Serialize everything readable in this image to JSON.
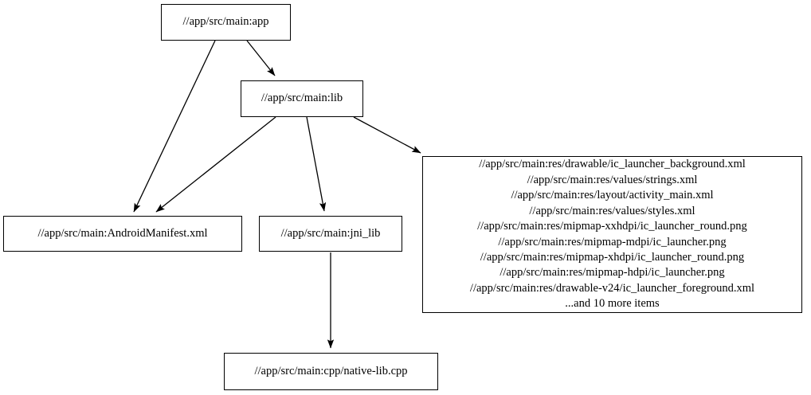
{
  "diagram": {
    "type": "dependency-graph",
    "title": "",
    "background_color": "#ffffff",
    "line_color": "#000000",
    "text_color": "#000000",
    "nodes": [
      {
        "id": "app",
        "label": "//app/src/main:app"
      },
      {
        "id": "lib",
        "label": "//app/src/main:lib"
      },
      {
        "id": "manifest",
        "label": "//app/src/main:AndroidManifest.xml"
      },
      {
        "id": "jni_lib",
        "label": "//app/src/main:jni_lib"
      },
      {
        "id": "resources",
        "label": "//app/src/main:res/drawable/ic_launcher_background.xml\n//app/src/main:res/values/strings.xml\n//app/src/main:res/layout/activity_main.xml\n//app/src/main:res/values/styles.xml\n//app/src/main:res/mipmap-xxhdpi/ic_launcher_round.png\n//app/src/main:res/mipmap-mdpi/ic_launcher.png\n//app/src/main:res/mipmap-xhdpi/ic_launcher_round.png\n//app/src/main:res/mipmap-hdpi/ic_launcher.png\n//app/src/main:res/drawable-v24/ic_launcher_foreground.xml\n...and 10 more items",
        "lines": [
          "//app/src/main:res/drawable/ic_launcher_background.xml",
          "//app/src/main:res/values/strings.xml",
          "//app/src/main:res/layout/activity_main.xml",
          "//app/src/main:res/values/styles.xml",
          "//app/src/main:res/mipmap-xxhdpi/ic_launcher_round.png",
          "//app/src/main:res/mipmap-mdpi/ic_launcher.png",
          "//app/src/main:res/mipmap-xhdpi/ic_launcher_round.png",
          "//app/src/main:res/mipmap-hdpi/ic_launcher.png",
          "//app/src/main:res/drawable-v24/ic_launcher_foreground.xml",
          "...and 10 more items"
        ]
      },
      {
        "id": "native_lib_cpp",
        "label": "//app/src/main:cpp/native-lib.cpp"
      }
    ],
    "edges": [
      {
        "from": "app",
        "to": "manifest"
      },
      {
        "from": "app",
        "to": "lib"
      },
      {
        "from": "lib",
        "to": "manifest"
      },
      {
        "from": "lib",
        "to": "jni_lib"
      },
      {
        "from": "lib",
        "to": "resources"
      },
      {
        "from": "jni_lib",
        "to": "native_lib_cpp"
      }
    ]
  }
}
